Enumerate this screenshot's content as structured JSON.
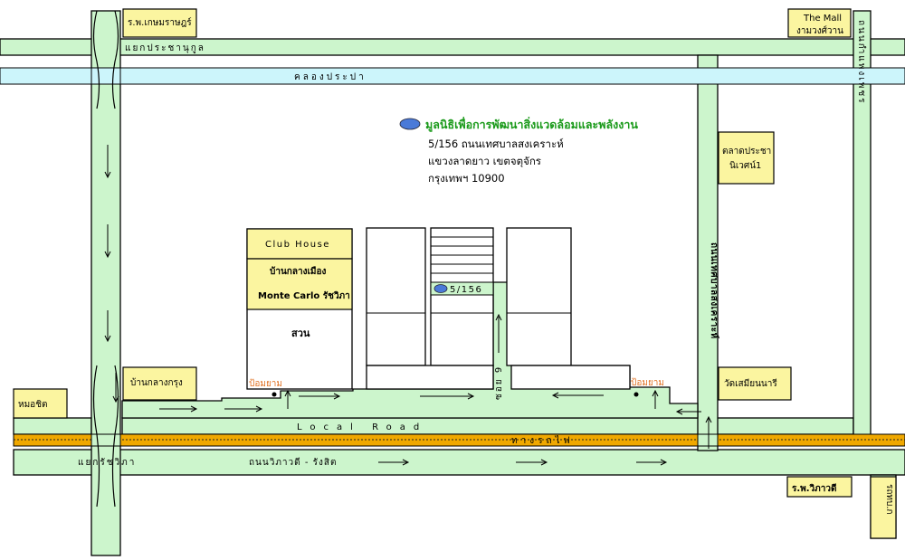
{
  "labels": {
    "hospital_kaset": "ร.พ.เกษมราษฎร์",
    "the_mall_1": "The Mall",
    "the_mall_2": "งามวงศ์วาน",
    "intersection_top": "แยกประชานุกูล",
    "canal": "คลองประปา",
    "right_road_vertical": "ถนนกำแพงเพชร",
    "foundation_name": "มูลนิธิเพื่อการพัฒนาสิ่งแวดล้อมและพลังงาน",
    "address_1": "5/156 ถนนเทศบาลสงเคราะห์",
    "address_2": "แขวงลาดยาว เขตจตุจักร",
    "address_3": "กรุงเทพฯ 10900",
    "market_1": "ตลาดประชา",
    "market_2": "นิเวศน์1",
    "club_house": "Club House",
    "village_name": "บ้านกลางเมือง",
    "monte_carlo": "Monte Carlo รัชวิภา",
    "garden": "สวน",
    "unit_number": "5/156",
    "soi": "ซอย 9",
    "tessaban_road": "ถนนเทศบาลสงเคราะห์",
    "ban_klang_krung": "บ้านกลางกรุง",
    "security_post_left": "ป้อมยาม",
    "security_post_right": "ป้อมยาม",
    "wat_samian": "วัดเสมียนนารี",
    "mor_chit": "หมอชิต",
    "local_road": "Local Road",
    "railway": "ทางรถไฟ",
    "intersection_bottom": "แยกรัชวิภา",
    "vibhavadi_road": "ถนนวิภาวดี - รังสิต",
    "hospital_vibhavadi": "ร.พ.วิภาวดี",
    "bottom_right_vertical": "รถทบ.ก"
  },
  "colors": {
    "road_fill": "#ccf5cc",
    "canal_fill": "#ccf5fb",
    "sign_fill": "#fbf5a0",
    "railway_fill": "#f0a800",
    "foundation_text": "#1a9a1a",
    "security_text": "#e07020"
  },
  "icons": [
    "foundation-logo-icon",
    "arrow-icon",
    "security-post-dot-icon"
  ]
}
